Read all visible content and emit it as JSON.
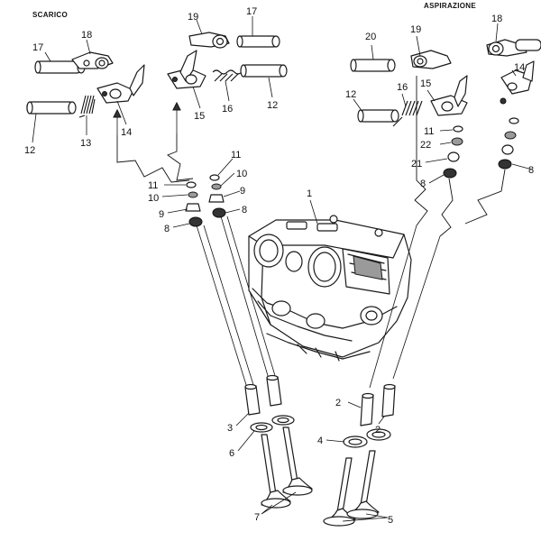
{
  "sections": {
    "exhaust": "SCARICO",
    "intake": "ASPIRAZIONE"
  },
  "callouts": [
    {
      "id": "c-17a",
      "text": "17"
    },
    {
      "id": "c-18a",
      "text": "18"
    },
    {
      "id": "c-19a",
      "text": "19"
    },
    {
      "id": "c-17b",
      "text": "17"
    },
    {
      "id": "c-12a",
      "text": "12"
    },
    {
      "id": "c-13",
      "text": "13"
    },
    {
      "id": "c-14a",
      "text": "14"
    },
    {
      "id": "c-15a",
      "text": "15"
    },
    {
      "id": "c-16a",
      "text": "16"
    },
    {
      "id": "c-12b",
      "text": "12"
    },
    {
      "id": "c-11a",
      "text": "11"
    },
    {
      "id": "c-10a",
      "text": "10"
    },
    {
      "id": "c-9a",
      "text": "9"
    },
    {
      "id": "c-8a",
      "text": "8"
    },
    {
      "id": "c-11b",
      "text": "11"
    },
    {
      "id": "c-10b",
      "text": "10"
    },
    {
      "id": "c-9b",
      "text": "9"
    },
    {
      "id": "c-8b",
      "text": "8"
    },
    {
      "id": "c-1",
      "text": "1"
    },
    {
      "id": "c-20",
      "text": "20"
    },
    {
      "id": "c-19b",
      "text": "19"
    },
    {
      "id": "c-18b",
      "text": "18"
    },
    {
      "id": "c-12c",
      "text": "12"
    },
    {
      "id": "c-16b",
      "text": "16"
    },
    {
      "id": "c-15b",
      "text": "15"
    },
    {
      "id": "c-14b",
      "text": "14"
    },
    {
      "id": "c-11c",
      "text": "11"
    },
    {
      "id": "c-22",
      "text": "22"
    },
    {
      "id": "c-21",
      "text": "21"
    },
    {
      "id": "c-8c",
      "text": "8"
    },
    {
      "id": "c-2a",
      "text": "2"
    },
    {
      "id": "c-8d",
      "text": "8"
    },
    {
      "id": "c-3",
      "text": "3"
    },
    {
      "id": "c-6",
      "text": "6"
    },
    {
      "id": "c-2b",
      "text": "2"
    },
    {
      "id": "c-4",
      "text": "4"
    },
    {
      "id": "c-7",
      "text": "7"
    },
    {
      "id": "c-5",
      "text": "5"
    }
  ]
}
